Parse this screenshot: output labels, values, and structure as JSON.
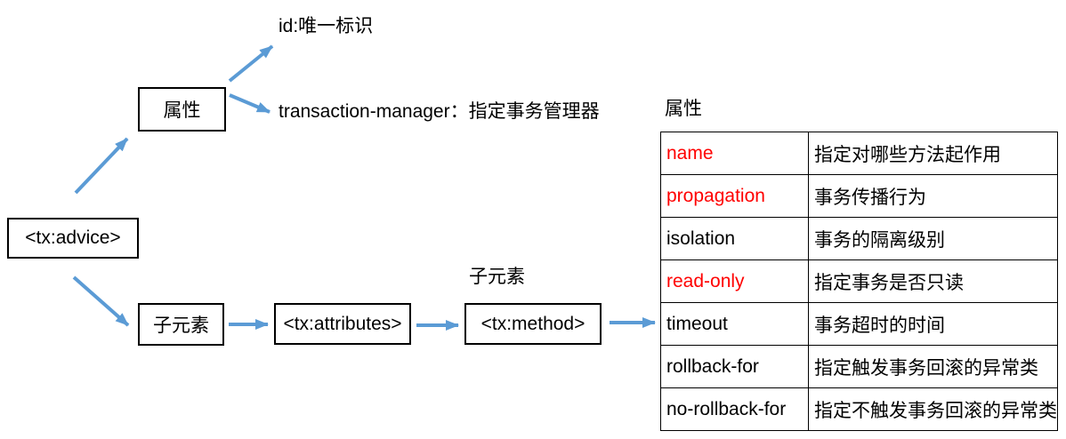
{
  "colors": {
    "arrow": "#5B9BD5",
    "highlight": "#FF0000",
    "text": "#000000"
  },
  "diagram": {
    "root_label": "<tx:advice>",
    "attr_node_label": "属性",
    "attr_leaf_id": "id:唯一标识",
    "attr_leaf_transaction_manager": "transaction-manager：指定事务管理器",
    "child_node_label": "子元素",
    "tx_attributes_label": "<tx:attributes>",
    "tx_method_label": "<tx:method>",
    "tx_method_caption": "子元素"
  },
  "table": {
    "caption": "属性",
    "rows": [
      {
        "attr": "name",
        "desc": "指定对哪些方法起作用",
        "highlight": true
      },
      {
        "attr": "propagation",
        "desc": "事务传播行为",
        "highlight": true
      },
      {
        "attr": "isolation",
        "desc": "事务的隔离级别",
        "highlight": false
      },
      {
        "attr": "read-only",
        "desc": "指定事务是否只读",
        "highlight": true
      },
      {
        "attr": "timeout",
        "desc": "事务超时的时间",
        "highlight": false
      },
      {
        "attr": "rollback-for",
        "desc": "指定触发事务回滚的异常类",
        "highlight": false
      },
      {
        "attr": "no-rollback-for",
        "desc": "指定不触发事务回滚的异常类",
        "highlight": false
      }
    ]
  }
}
